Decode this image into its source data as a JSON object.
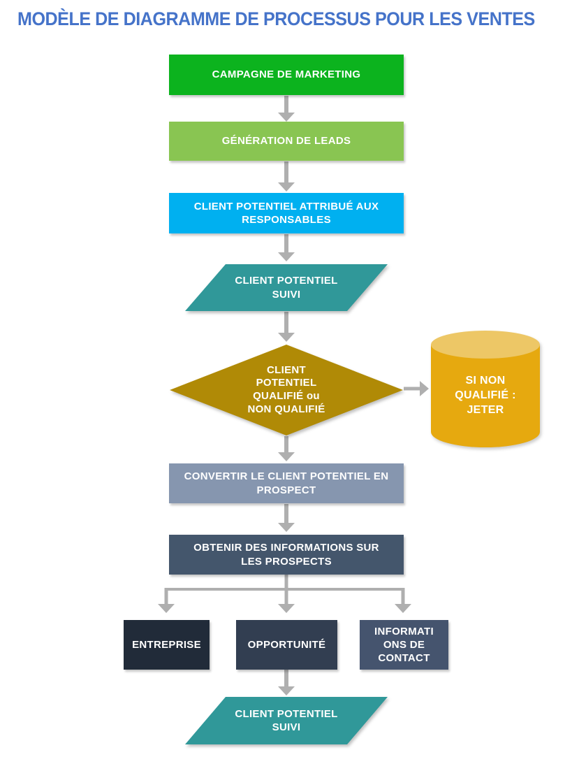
{
  "title": "MODÈLE DE DIAGRAMME DE PROCESSUS POUR LES VENTES",
  "colors": {
    "title": "#4573C9",
    "connector": "#AFAFAF",
    "marketing": "#0CB31E",
    "leads": "#89C552",
    "attribue": "#00B0F0",
    "suivi": "#309899",
    "qualification": "#B08A06",
    "cylinder_body": "#E6A90F",
    "cylinder_top": "#EDC766",
    "convertir": "#8696AF",
    "obtenir": "#44566C",
    "entreprise": "#212B39",
    "opportunite": "#323E51",
    "contact": "#45546E"
  },
  "nodes": {
    "marketing": {
      "label": "CAMPAGNE DE MARKETING"
    },
    "leads": {
      "label": "GÉNÉRATION DE LEADS"
    },
    "attribue": {
      "label": "CLIENT POTENTIEL ATTRIBUÉ AUX RESPONSABLES",
      "lines": [
        "CLIENT POTENTIEL ATTRIBUÉ AUX",
        "RESPONSABLES"
      ]
    },
    "suivi1": {
      "label": "CLIENT POTENTIEL SUIVI",
      "lines": [
        "CLIENT POTENTIEL",
        "SUIVI"
      ]
    },
    "qualification": {
      "label": "CLIENT POTENTIEL QUALIFIÉ ou NON QUALIFIÉ",
      "lines": [
        "CLIENT",
        "POTENTIEL",
        "QUALIFIÉ ou",
        "NON QUALIFIÉ"
      ]
    },
    "jeter": {
      "label": "SI NON QUALIFIÉ : JETER",
      "lines": [
        "SI NON",
        "QUALIFIÉ :",
        "JETER"
      ]
    },
    "convertir": {
      "label": "CONVERTIR LE CLIENT POTENTIEL EN PROSPECT",
      "lines": [
        "CONVERTIR LE CLIENT POTENTIEL EN",
        "PROSPECT"
      ]
    },
    "obtenir": {
      "label": "OBTENIR DES INFORMATIONS SUR LES PROSPECTS",
      "lines": [
        "OBTENIR DES INFORMATIONS SUR",
        "LES PROSPECTS"
      ]
    },
    "entreprise": {
      "label": "ENTREPRISE"
    },
    "opportunite": {
      "label": "OPPORTUNITÉ"
    },
    "contact": {
      "label": "INFORMATIONS DE CONTACT",
      "lines": [
        "INFORMATI",
        "ONS DE",
        "CONTACT"
      ]
    },
    "suivi2": {
      "label": "CLIENT POTENTIEL SUIVI",
      "lines": [
        "CLIENT POTENTIEL",
        "SUIVI"
      ]
    }
  }
}
